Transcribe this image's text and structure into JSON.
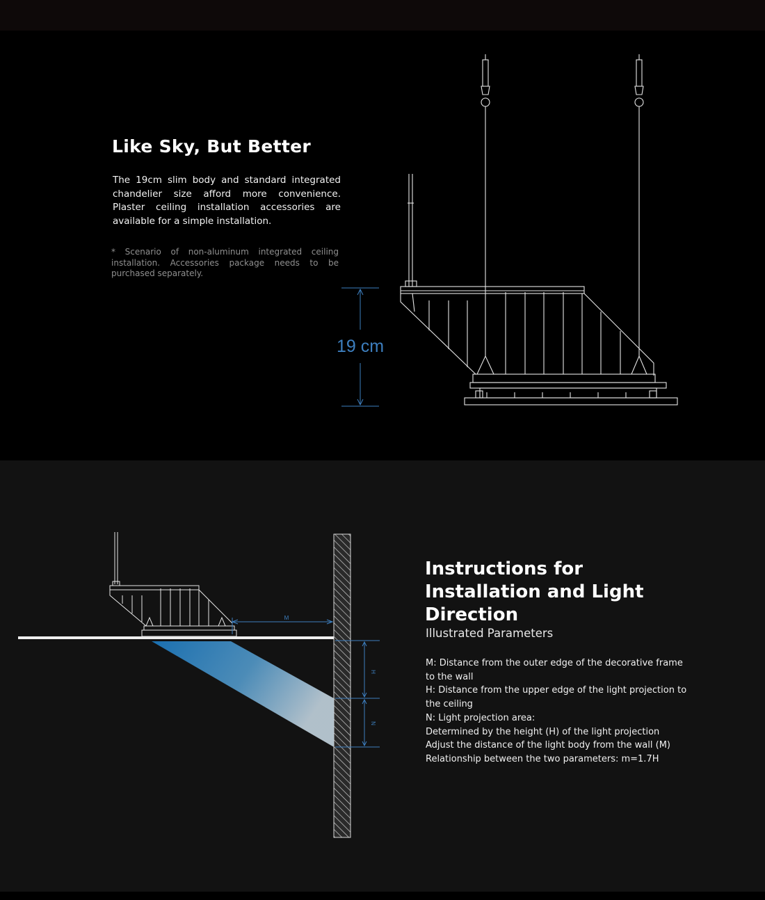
{
  "section1": {
    "title": "Like Sky, But Better",
    "body": "The 19cm slim body and standard integrated chandelier size afford more convenience. Plaster ceiling installation accessories are available for a simple installation.",
    "note": "* Scenario of non-aluminum integrated ceiling installation. Accessories package needs to be purchased separately.",
    "dimension_label": "19 cm"
  },
  "section2": {
    "title": "Instructions for Installation and Light Direction",
    "subtitle": "Illustrated Parameters",
    "params": [
      "M: Distance from the outer edge of the decorative frame to the wall",
      "H: Distance from the upper edge of the light projection to the ceiling",
      "N: Light projection area:",
      "Determined by the height (H) of the light projection",
      "Adjust the distance of the light body from the wall (M)",
      "Relationship between the two parameters: m=1.7H"
    ],
    "label_m": "M",
    "label_h": "H",
    "label_n": "N"
  },
  "colors": {
    "accent_blue": "#3d7fbf",
    "light_beam": "#2a86c4",
    "line": "#e6e6e6"
  }
}
